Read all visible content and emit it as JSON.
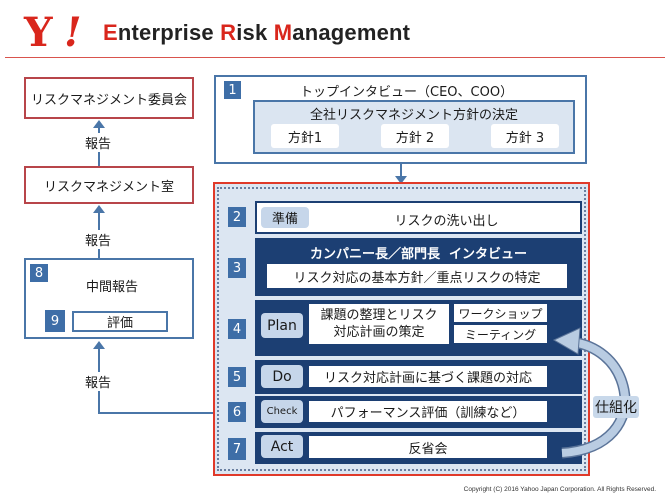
{
  "header": {
    "logo_text": "Y!",
    "title_parts": [
      {
        "text": "E",
        "accent": true
      },
      {
        "text": "nterprise ",
        "accent": false
      },
      {
        "text": "R",
        "accent": true
      },
      {
        "text": "isk ",
        "accent": false
      },
      {
        "text": "M",
        "accent": true
      },
      {
        "text": "anagement",
        "accent": false
      }
    ]
  },
  "colors": {
    "brand_red": "#d9261c",
    "navy": "#1c3f73",
    "badge_blue": "#3e6ea7",
    "light_blue": "#dce6f2"
  },
  "left_column": {
    "committee": "リスクマネジメント委員会",
    "office": "リスクマネジメント室",
    "report_label_1": "報告",
    "report_label_2": "報告",
    "report_label_3": "報告",
    "interim": {
      "number": "8",
      "label": "中間報告"
    },
    "evaluation": {
      "number": "9",
      "label": "評価"
    }
  },
  "step1": {
    "number": "1",
    "title": "トップインタビュー（CEO、COO）",
    "decision": "全社リスクマネジメント方針の決定",
    "policies": [
      "方針1",
      "方針 2",
      "方針 3"
    ]
  },
  "steps": {
    "s2": {
      "number": "2",
      "tag": "準備",
      "text": "リスクの洗い出し"
    },
    "s3": {
      "number": "3",
      "title": "カンパニー長／部門長  インタビュー",
      "text": "リスク対応の基本方針／重点リスクの特定"
    },
    "s4": {
      "number": "4",
      "tag": "Plan",
      "text_line1": "課題の整理とリスク",
      "text_line2": "対応計画の策定",
      "side1": "ワークショップ",
      "side2": "ミーティング"
    },
    "s5": {
      "number": "5",
      "tag": "Do",
      "text": "リスク対応計画に基づく課題の対応"
    },
    "s6": {
      "number": "6",
      "tag": "Check",
      "text": "パフォーマンス評価（訓練など）"
    },
    "s7": {
      "number": "7",
      "tag": "Act",
      "text": "反省会"
    }
  },
  "cycle_label": "仕組化",
  "footer": {
    "copyright": "Copyright (C) 2016 Yahoo Japan Corporation. All Rights Reserved."
  }
}
